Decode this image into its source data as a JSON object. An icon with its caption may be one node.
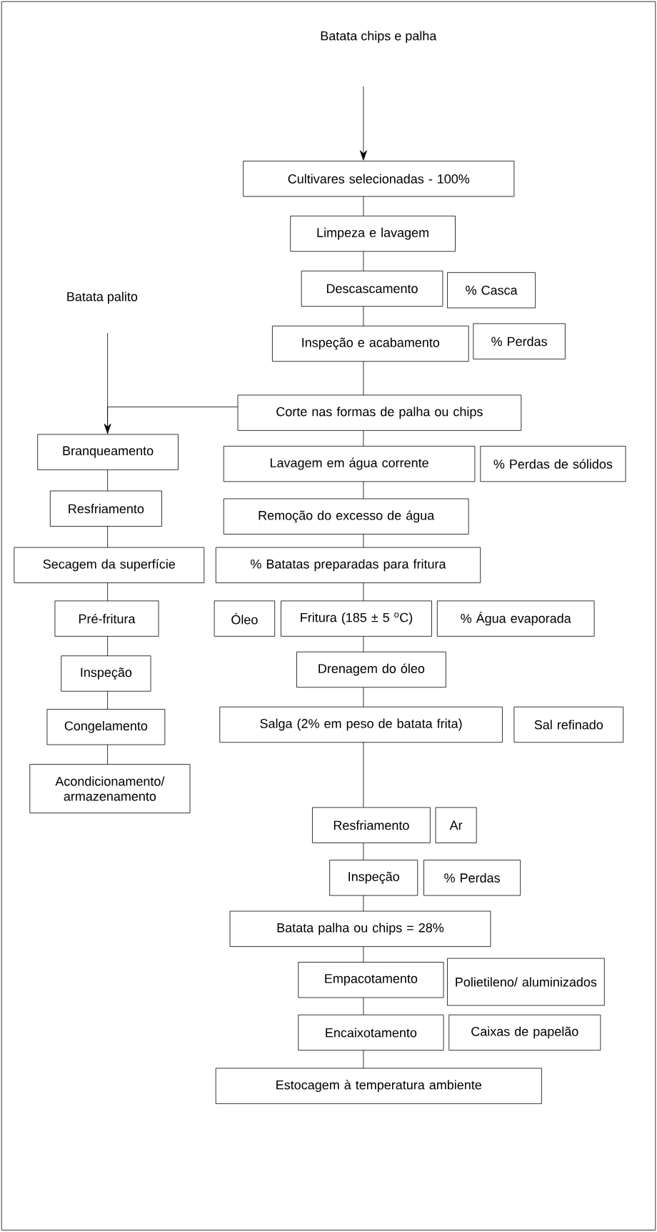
{
  "diagram": {
    "nodes": [
      {
        "text": [
          "Batata chips e palha"
        ]
      },
      {
        "text": [
          "Cultivares selecionadas - 100%"
        ]
      },
      {
        "text": [
          "Limpeza e lavagem"
        ]
      },
      {
        "text": [
          "Descascamento"
        ]
      },
      {
        "text": [
          "% Casca"
        ]
      },
      {
        "text": [
          "Inspeção e acabamento"
        ]
      },
      {
        "text": [
          "% Perdas"
        ]
      },
      {
        "text": [
          "Batata palito"
        ]
      },
      {
        "text": [
          "Corte nas formas de palha ou chips"
        ]
      },
      {
        "text": [
          "Branqueamento"
        ]
      },
      {
        "text": [
          "Lavagem em água corrente"
        ]
      },
      {
        "text": [
          "% Perdas de sólidos"
        ]
      },
      {
        "text": [
          "Resfriamento"
        ]
      },
      {
        "text": [
          "Remoção do excesso de água"
        ]
      },
      {
        "text": [
          "Secagem da superfície"
        ]
      },
      {
        "text": [
          "% Batatas preparadas para fritura"
        ]
      },
      {
        "text": [
          "Pré-fritura"
        ]
      },
      {
        "text": [
          "Óleo"
        ]
      },
      {
        "text": [
          "Fritura (185 ± 5 $^{o}$C)"
        ]
      },
      {
        "text": [
          "% Água evaporada"
        ]
      },
      {
        "text": [
          "Inspeção"
        ]
      },
      {
        "text": [
          "Drenagem do óleo"
        ]
      },
      {
        "text": [
          "Congelamento"
        ]
      },
      {
        "text": [
          "Salga (2% em peso de batata frita)"
        ]
      },
      {
        "text": [
          "Sal refinado"
        ]
      },
      {
        "text": [
          "Acondicionamento/ armazenamento"
        ]
      },
      {
        "text": [
          "Resfriamento"
        ]
      },
      {
        "text": [
          "Ar"
        ]
      },
      {
        "text": [
          "Inspeção"
        ]
      },
      {
        "text": [
          "% Perdas"
        ]
      },
      {
        "text": [
          "Batata palha ou chips = 28%"
        ]
      },
      {
        "text": [
          "Empacotamento"
        ]
      },
      {
        "text": [
          "Polietileno/ aluminizados"
        ]
      },
      {
        "text": [
          "Encaixotamento"
        ]
      },
      {
        "text": [
          "Caixas de papelão"
        ]
      },
      {
        "text": [
          "Estocagem à temperatura ambiente"
        ]
      }
    ],
    "edges": [
      {
        "from": 0,
        "to": 1,
        "arrow": "to"
      },
      {
        "from": 1,
        "to": 2,
        "arrow": "none"
      },
      {
        "from": 2,
        "to": 3,
        "arrow": "none"
      },
      {
        "from": 3,
        "to": 5,
        "arrow": "none"
      },
      {
        "from": 5,
        "to": 8,
        "arrow": "none"
      },
      {
        "from": 7,
        "to": 9,
        "arrow": "to"
      },
      {
        "from": 8,
        "to": 9,
        "arrow": "none"
      },
      {
        "from": 8,
        "to": 10,
        "arrow": "none"
      },
      {
        "from": 9,
        "to": 12,
        "arrow": "none"
      },
      {
        "from": 10,
        "to": 13,
        "arrow": "none"
      },
      {
        "from": 12,
        "to": 14,
        "arrow": "none"
      },
      {
        "from": 13,
        "to": 15,
        "arrow": "none"
      },
      {
        "from": 14,
        "to": 16,
        "arrow": "none"
      },
      {
        "from": 15,
        "to": 18,
        "arrow": "none"
      },
      {
        "from": 16,
        "to": 20,
        "arrow": "none"
      },
      {
        "from": 18,
        "to": 21,
        "arrow": "none"
      },
      {
        "from": 20,
        "to": 22,
        "arrow": "none"
      },
      {
        "from": 21,
        "to": 23,
        "arrow": "none"
      },
      {
        "from": 22,
        "to": 25,
        "arrow": "none"
      },
      {
        "from": 23,
        "to": 26,
        "arrow": "none"
      },
      {
        "from": 26,
        "to": 28,
        "arrow": "none"
      },
      {
        "from": 28,
        "to": 30,
        "arrow": "none"
      },
      {
        "from": 30,
        "to": 31,
        "arrow": "none"
      },
      {
        "from": 31,
        "to": 33,
        "arrow": "none"
      },
      {
        "from": 33,
        "to": 35,
        "arrow": "none"
      }
    ]
  }
}
